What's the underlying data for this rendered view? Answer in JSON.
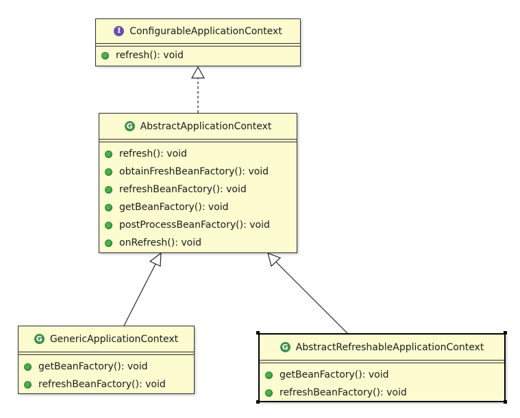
{
  "interface": {
    "name": "ConfigurableApplicationContext",
    "badge": "I",
    "methods": [
      "refresh(): void"
    ]
  },
  "abstract_ctx": {
    "name": "AbstractApplicationContext",
    "badge": "G",
    "methods": [
      "refresh(): void",
      "obtainFreshBeanFactory(): void",
      "refreshBeanFactory(): void",
      "getBeanFactory(): void",
      "postProcessBeanFactory(): void",
      "onRefresh(): void"
    ]
  },
  "generic_ctx": {
    "name": "GenericApplicationContext",
    "badge": "G",
    "methods": [
      "getBeanFactory(): void",
      "refreshBeanFactory(): void"
    ]
  },
  "refreshable_ctx": {
    "name": "AbstractRefreshableApplicationContext",
    "badge": "G",
    "methods": [
      "getBeanFactory(): void",
      "refreshBeanFactory(): void"
    ]
  },
  "colors": {
    "class_fill": "#fcfcd0",
    "interface_badge": "#6a4fb0",
    "class_badge": "#3f8f4a",
    "method_dot": "#4caf50"
  }
}
